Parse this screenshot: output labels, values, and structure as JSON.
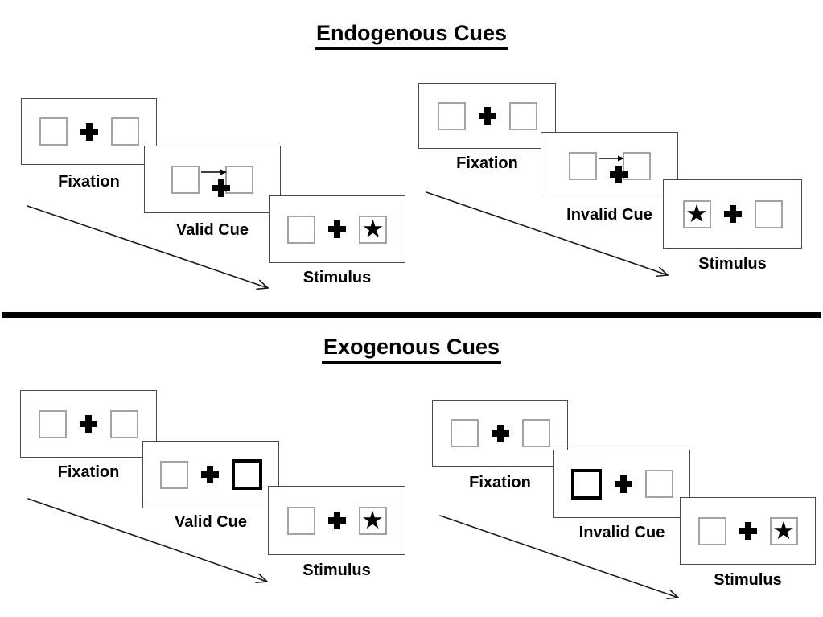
{
  "titles": {
    "endogenous": "Endogenous Cues",
    "exogenous": "Exogenous Cues"
  },
  "glyphs": {
    "star": "★"
  },
  "colors": {
    "ink": "#000000",
    "panel_border": "#4a4a4a",
    "square_border": "#a3a3a3",
    "background": "#ffffff"
  },
  "endogenous": {
    "valid": {
      "fixation_label": "Fixation",
      "cue_label": "Valid Cue",
      "stimulus_label": "Stimulus",
      "cue_type": "central arrow above fixation cross pointing right",
      "stimulus_side": "right"
    },
    "invalid": {
      "fixation_label": "Fixation",
      "cue_label": "Invalid Cue",
      "stimulus_label": "Stimulus",
      "cue_type": "central arrow above fixation cross pointing right",
      "stimulus_side": "left"
    }
  },
  "exogenous": {
    "valid": {
      "fixation_label": "Fixation",
      "cue_label": "Valid Cue",
      "stimulus_label": "Stimulus",
      "cue_type": "right box highlighted bold",
      "stimulus_side": "right"
    },
    "invalid": {
      "fixation_label": "Fixation",
      "cue_label": "Invalid Cue",
      "stimulus_label": "Stimulus",
      "cue_type": "left box highlighted bold",
      "stimulus_side": "right"
    }
  }
}
